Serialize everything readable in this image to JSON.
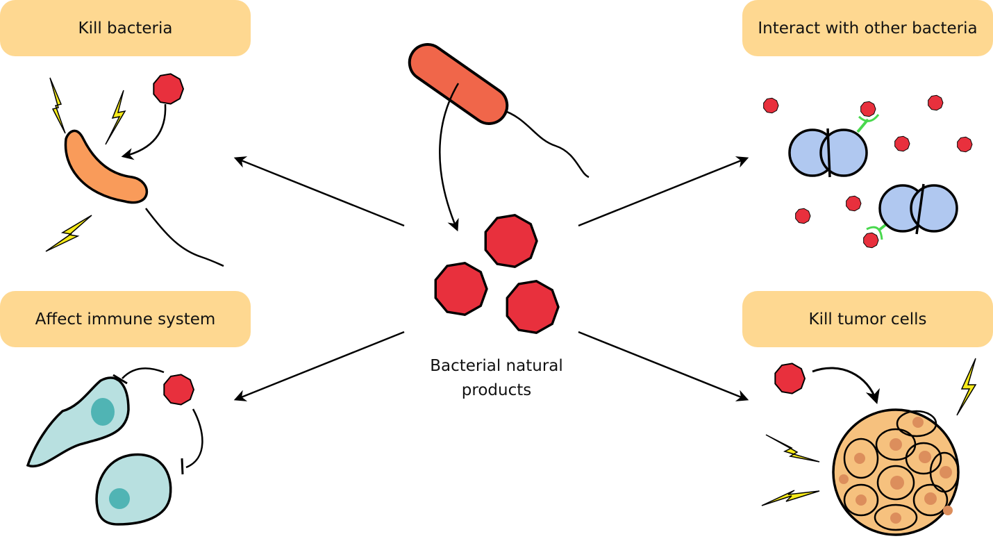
{
  "title": "Bacterial natural products",
  "center": {
    "caption_line1": "Bacterial natural",
    "caption_line2": "products",
    "producer_icon": "rod-bacterium-icon",
    "product_icon": "octagon-molecule-icon"
  },
  "panels": [
    {
      "id": "kill-bacteria",
      "label": "Kill bacteria",
      "icon": "target-bacterium-icon",
      "effect_icon": "lightning-icon"
    },
    {
      "id": "interact",
      "label": "Interact with other bacteria",
      "icon": "diplococcus-receptor-icon"
    },
    {
      "id": "immune",
      "label": "Affect immune system",
      "icon": "immune-cell-icon",
      "effect_icon": "inhibition-arrow-icon"
    },
    {
      "id": "tumor",
      "label": "Kill tumor cells",
      "icon": "tumor-cluster-icon",
      "effect_icon": "lightning-icon"
    }
  ],
  "colors": {
    "label_bg": "#fed891",
    "molecule": "#e8303d",
    "producer_bacterium": "#f0664a",
    "target_bacterium": "#f99b5a",
    "diplococcus": "#b0c8f0",
    "receptor": "#49d84e",
    "immune_cell": "#b8e0e0",
    "immune_nucleus": "#50b4b4",
    "tumor_cell": "#f6c17e",
    "tumor_nucleus": "#dc8e5c",
    "lightning": "#f6ea1a"
  }
}
